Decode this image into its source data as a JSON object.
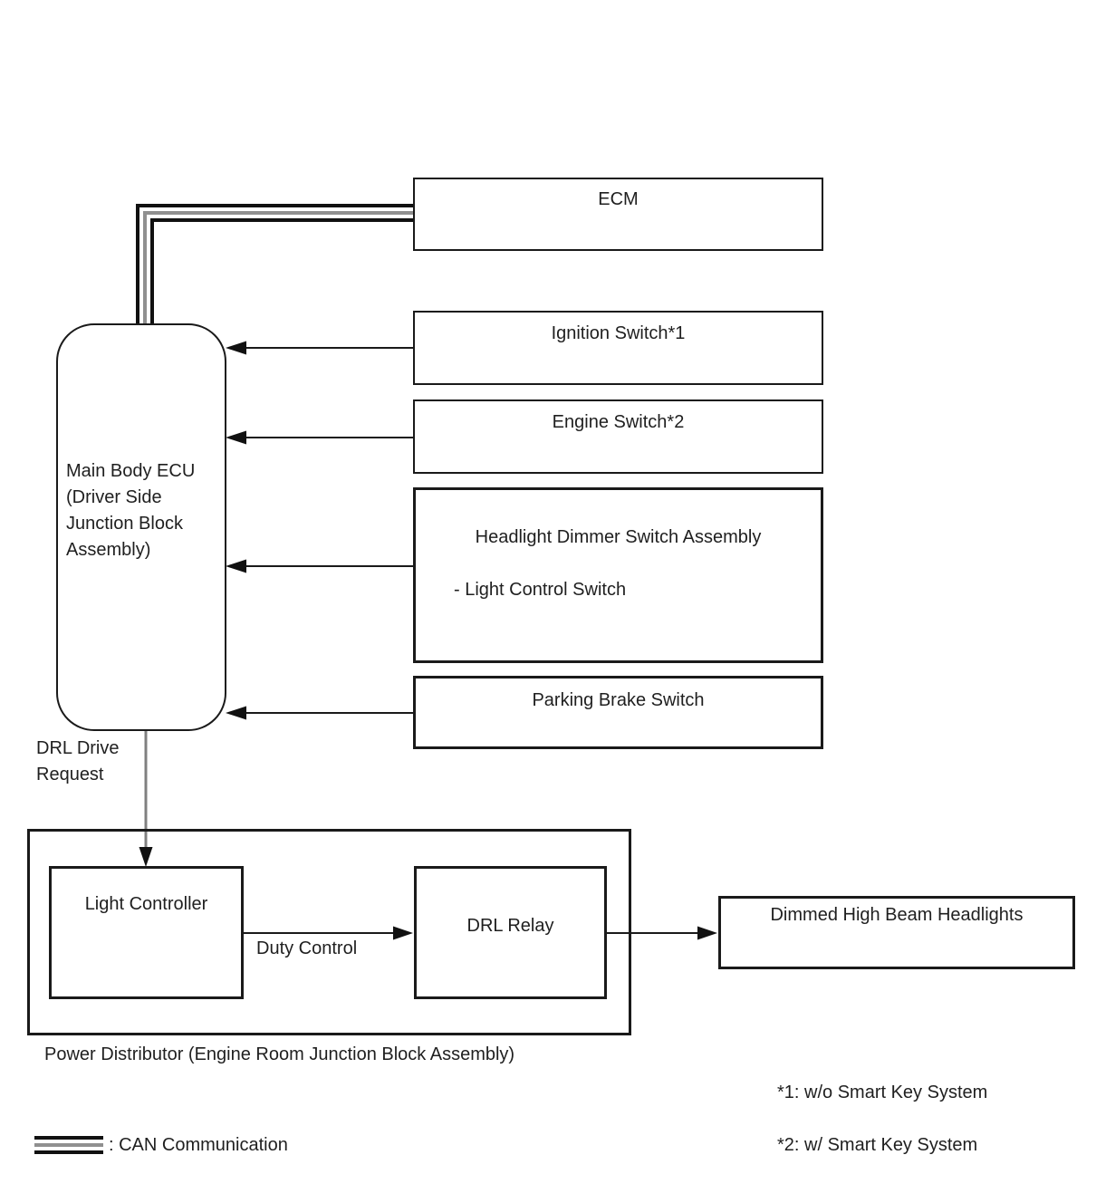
{
  "diagram": {
    "nodes": {
      "ecm": {
        "label": "ECM"
      },
      "ignition_switch": {
        "label": "Ignition Switch*1"
      },
      "engine_switch": {
        "label": "Engine Switch*2"
      },
      "headlight_dimmer": {
        "label": "Headlight Dimmer Switch Assembly",
        "sublabel": "- Light Control Switch"
      },
      "parking_brake": {
        "label": "Parking Brake Switch"
      },
      "main_body_ecu": {
        "lines": [
          "Main Body ECU",
          "(Driver Side",
          "Junction Block",
          "Assembly)"
        ]
      },
      "light_controller": {
        "label": "Light Controller"
      },
      "drl_relay": {
        "label": "DRL Relay"
      },
      "dimmed_headlights": {
        "label": "Dimmed High Beam Headlights"
      },
      "power_distributor": {
        "label": "Power Distributor (Engine Room Junction Block Assembly)"
      }
    },
    "edge_labels": {
      "drl_drive_request": "DRL Drive Request",
      "duty_control": "Duty Control"
    },
    "legend": {
      "can_label": ": CAN Communication"
    },
    "notes": {
      "note1": "*1: w/o Smart Key System",
      "note2": "*2: w/ Smart Key System"
    },
    "colors": {
      "line": "#1a1a1a",
      "can_gray": "#909090",
      "request_gray": "#808080"
    }
  }
}
